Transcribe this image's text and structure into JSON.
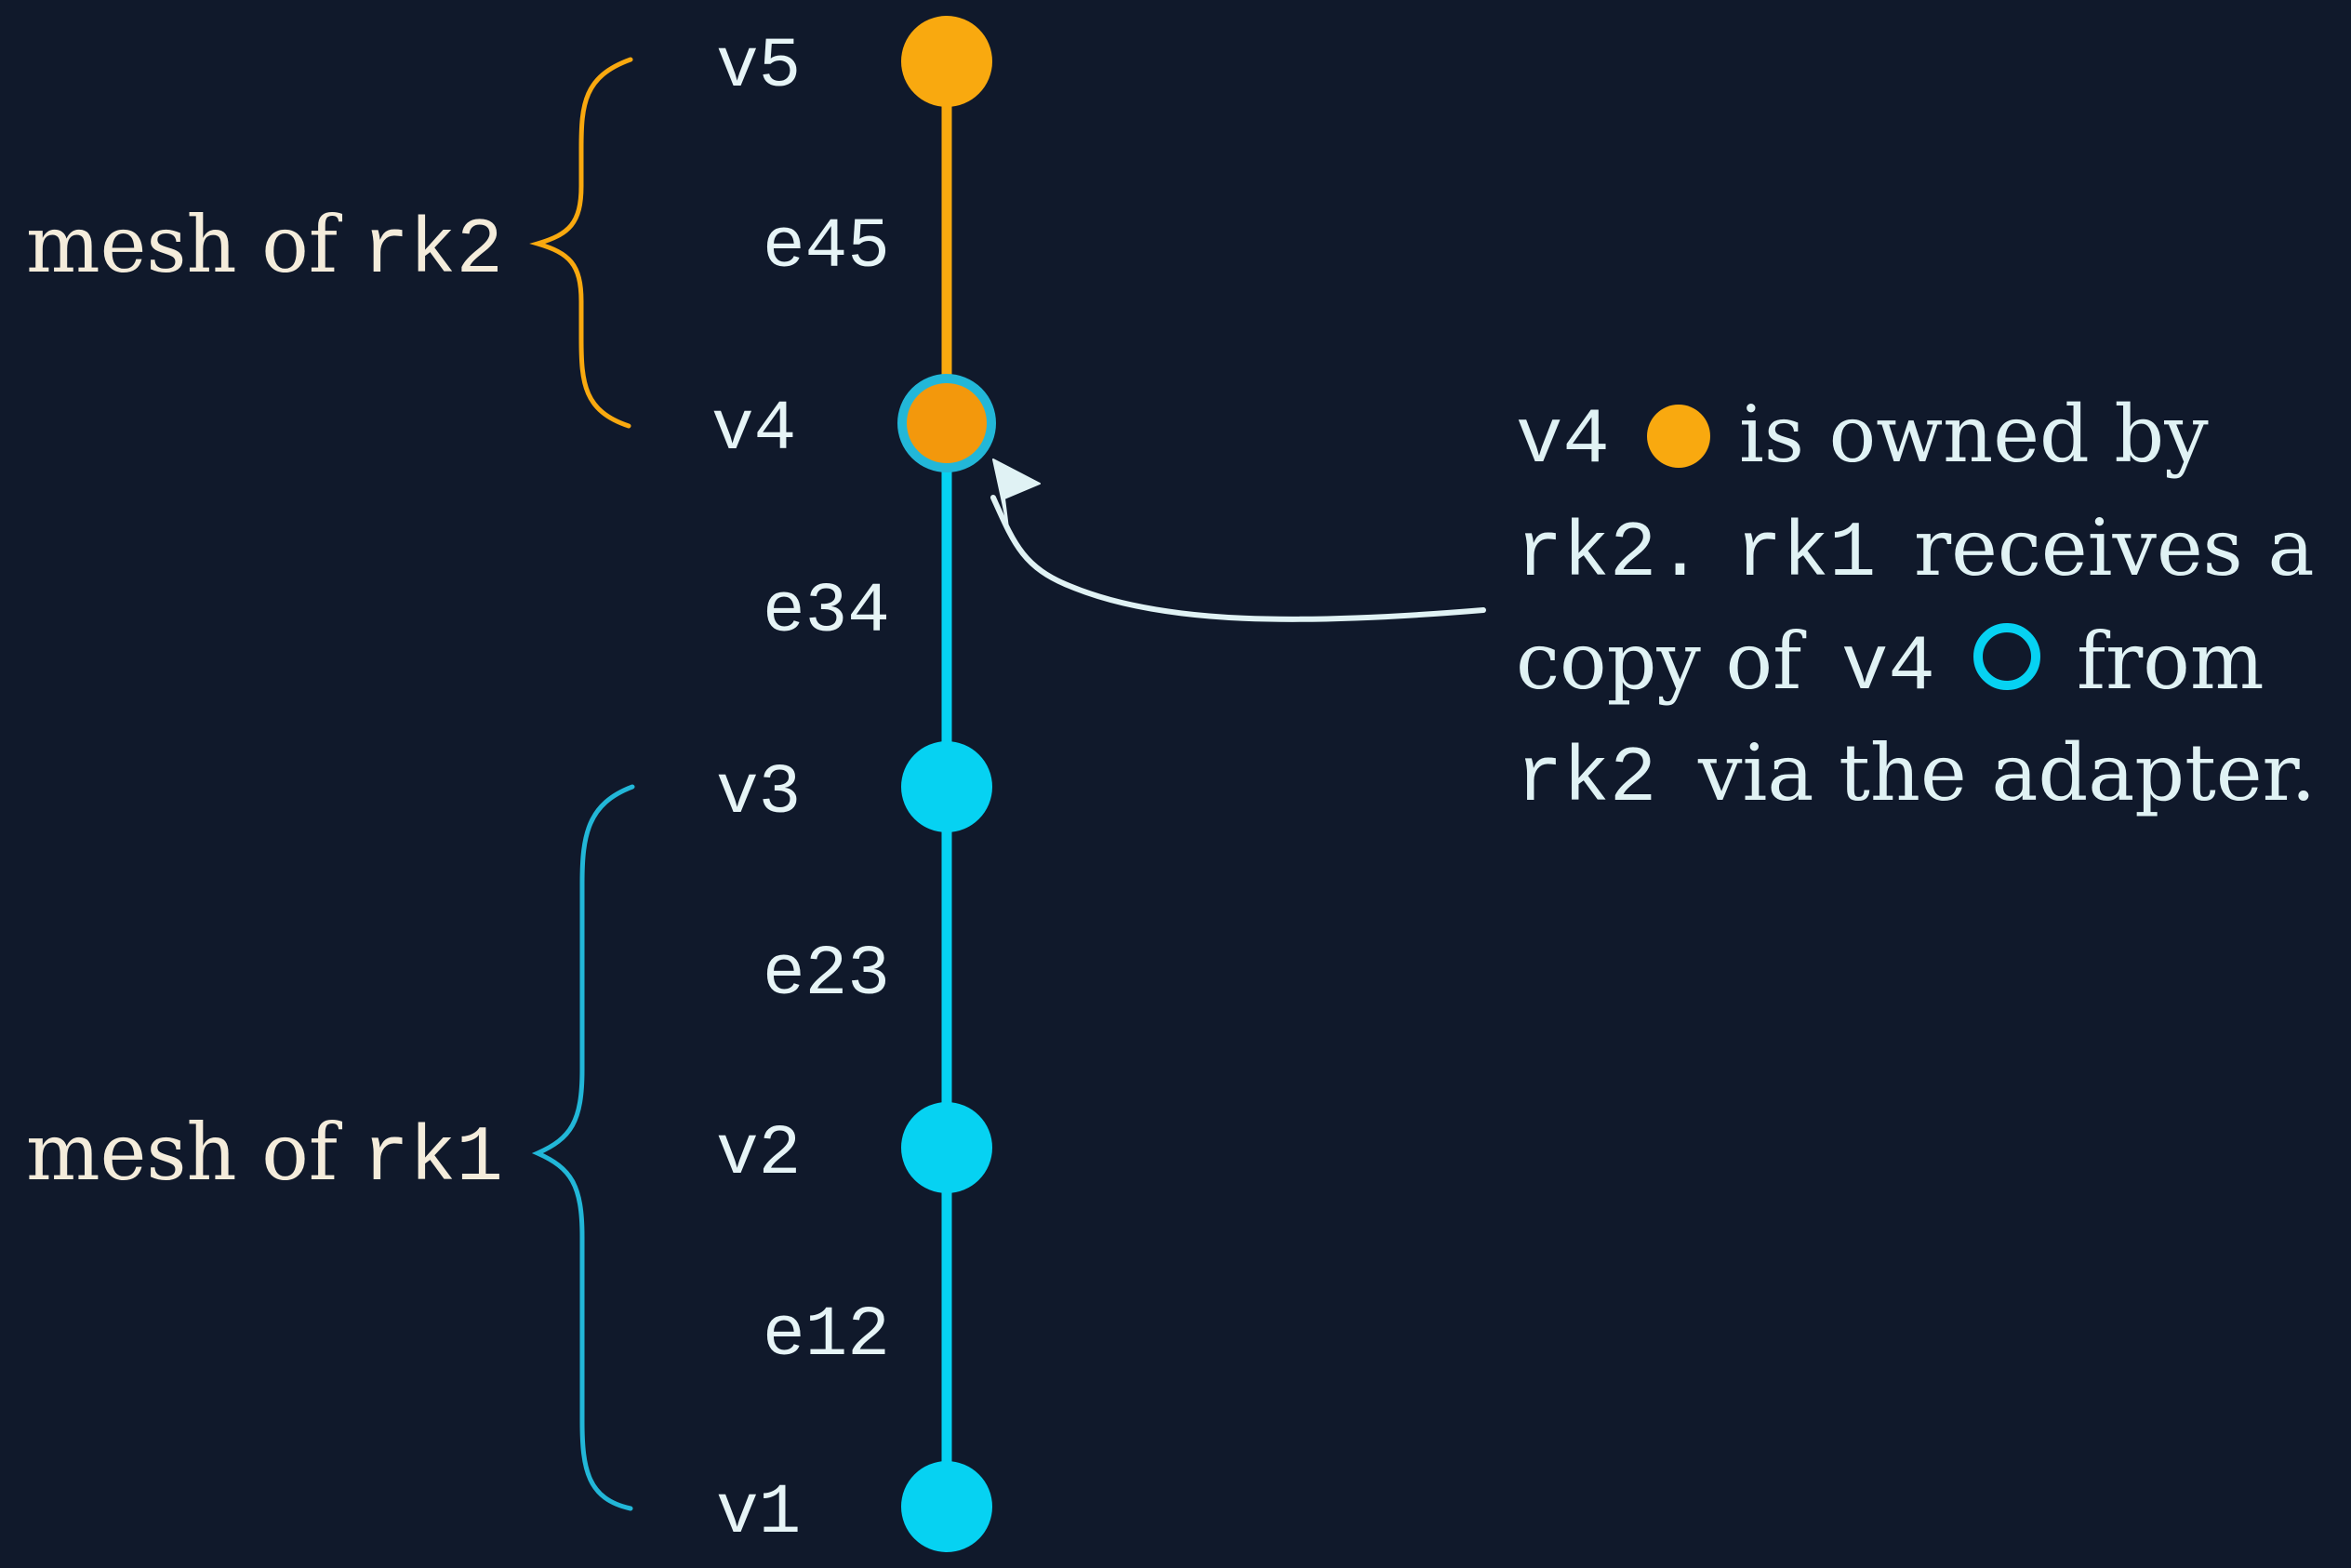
{
  "colors": {
    "background": "#10192b",
    "rk2_owned": "#f9a90f",
    "rk1_owned": "#06d2f2",
    "ghost_ring": "#22b7d8",
    "text": "#e6f4f6"
  },
  "vertices": [
    {
      "label": "v5",
      "owner": "rk2",
      "style": "filled"
    },
    {
      "label": "v4",
      "owner": "rk2",
      "style": "filled-with-ghost-ring"
    },
    {
      "label": "v3",
      "owner": "rk1",
      "style": "filled"
    },
    {
      "label": "v2",
      "owner": "rk1",
      "style": "filled"
    },
    {
      "label": "v1",
      "owner": "rk1",
      "style": "filled"
    }
  ],
  "edges": [
    {
      "label": "e45",
      "owner": "rk2"
    },
    {
      "label": "e34",
      "owner": "rk1"
    },
    {
      "label": "e23",
      "owner": "rk1"
    },
    {
      "label": "e12",
      "owner": "rk1"
    }
  ],
  "meshes": [
    {
      "prefix": "mesh of ",
      "rank": "rk2"
    },
    {
      "prefix": "mesh of ",
      "rank": "rk1"
    }
  ],
  "annotation": {
    "line1": {
      "a": "v4",
      "b": "is owned by"
    },
    "line2": {
      "a": "rk2.",
      "b": "rk1",
      "c": "receives a"
    },
    "line3": {
      "a": "copy of",
      "b": "v4",
      "c": "from"
    },
    "line4": {
      "a": "rk2",
      "b": "via the adapter."
    },
    "owned_marker_icon": "filled-orange-dot",
    "copy_marker_icon": "hollow-cyan-ring"
  }
}
